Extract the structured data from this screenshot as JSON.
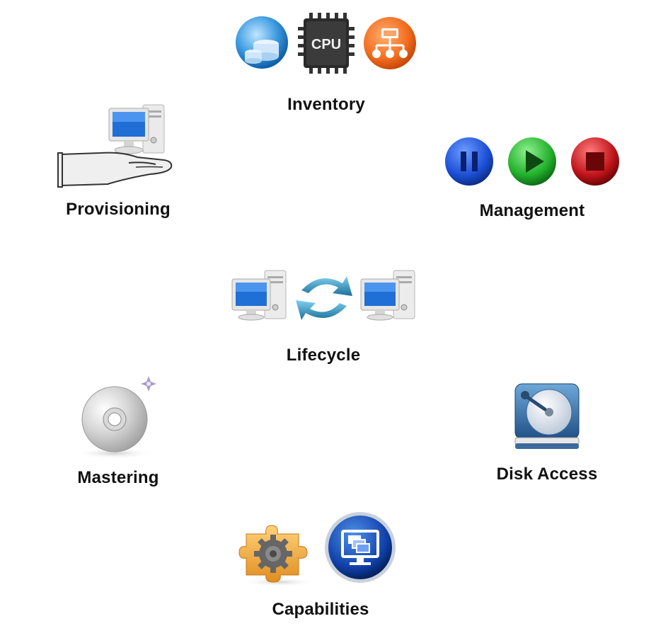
{
  "diagram": {
    "nodes": [
      {
        "key": "inventory",
        "label": "Inventory",
        "icons": [
          "database-globe-icon",
          "cpu-chip-icon",
          "network-hierarchy-icon"
        ],
        "cpu_text": "CPU"
      },
      {
        "key": "management",
        "label": "Management",
        "icons": [
          "pause-icon",
          "play-icon",
          "stop-icon"
        ]
      },
      {
        "key": "provisioning",
        "label": "Provisioning",
        "icons": [
          "hand-offering-computer-icon"
        ]
      },
      {
        "key": "lifecycle",
        "label": "Lifecycle",
        "icons": [
          "computer-icon",
          "sync-arrows-icon",
          "computer-icon"
        ]
      },
      {
        "key": "mastering",
        "label": "Mastering",
        "icons": [
          "optical-disc-icon"
        ]
      },
      {
        "key": "disk_access",
        "label": "Disk Access",
        "icons": [
          "hard-disk-icon"
        ]
      },
      {
        "key": "capabilities",
        "label": "Capabilities",
        "icons": [
          "puzzle-gear-icon",
          "desktop-windows-icon"
        ]
      }
    ],
    "colors": {
      "pause": "#1b4fd6",
      "play": "#22b02c",
      "stop": "#c0141a",
      "network": "#f26b1d",
      "disc": "#c9c9c9",
      "gear": "#f0a83a",
      "sync": "#2a8fb8"
    }
  }
}
